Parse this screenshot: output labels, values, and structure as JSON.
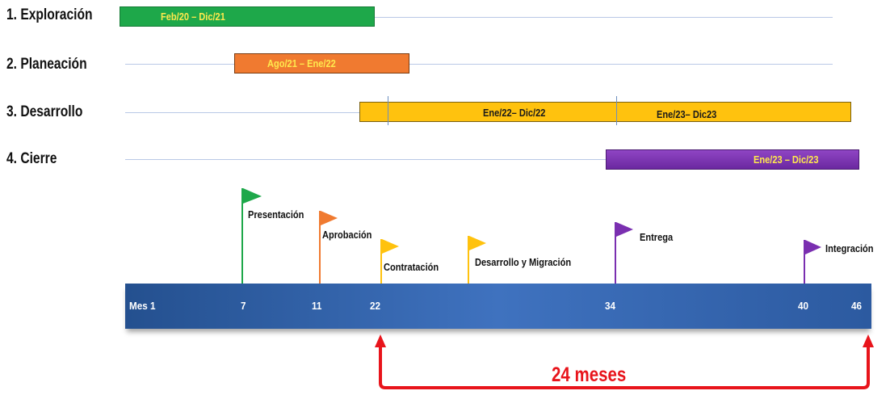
{
  "phases": [
    {
      "label": "1. Exploración",
      "bar_label": "Feb/20 – Dic/21",
      "color": "#1ea84a",
      "text_color": "#ffe94d"
    },
    {
      "label": "2. Planeación",
      "bar_label": "Ago/21 – Ene/22",
      "color": "#f07a30",
      "text_color": "#ffe94d"
    },
    {
      "label": "3. Desarrollo",
      "bar_labels": [
        "Ene/22– Dic/22",
        "Ene/23– Dic23"
      ],
      "color": "#ffc20e",
      "text_color": "#1a1a1a"
    },
    {
      "label": "4. Cierre",
      "bar_label": "Ene/23 – Dic/23",
      "color": "#7a2fb0",
      "text_color": "#ffe94d"
    }
  ],
  "milestones": [
    {
      "label": "Presentación",
      "color": "#1ea84a",
      "month": "7"
    },
    {
      "label": "Aprobación",
      "color": "#f07a30",
      "month": "11"
    },
    {
      "label": "Contratación",
      "color": "#ffc20e",
      "month": "22"
    },
    {
      "label": "Desarrollo y Migración",
      "color": "#ffc20e"
    },
    {
      "label": "Entrega",
      "color": "#7a2fb0",
      "month": "34"
    },
    {
      "label": "Integración",
      "color": "#7a2fb0",
      "month": "40"
    }
  ],
  "timeline": {
    "ticks": [
      "Mes 1",
      "7",
      "11",
      "22",
      "34",
      "40",
      "46"
    ],
    "color": "#2c5aa0"
  },
  "duration": {
    "label": "24 meses",
    "from_month": "22",
    "to_month": "46",
    "color": "#e8141b"
  }
}
